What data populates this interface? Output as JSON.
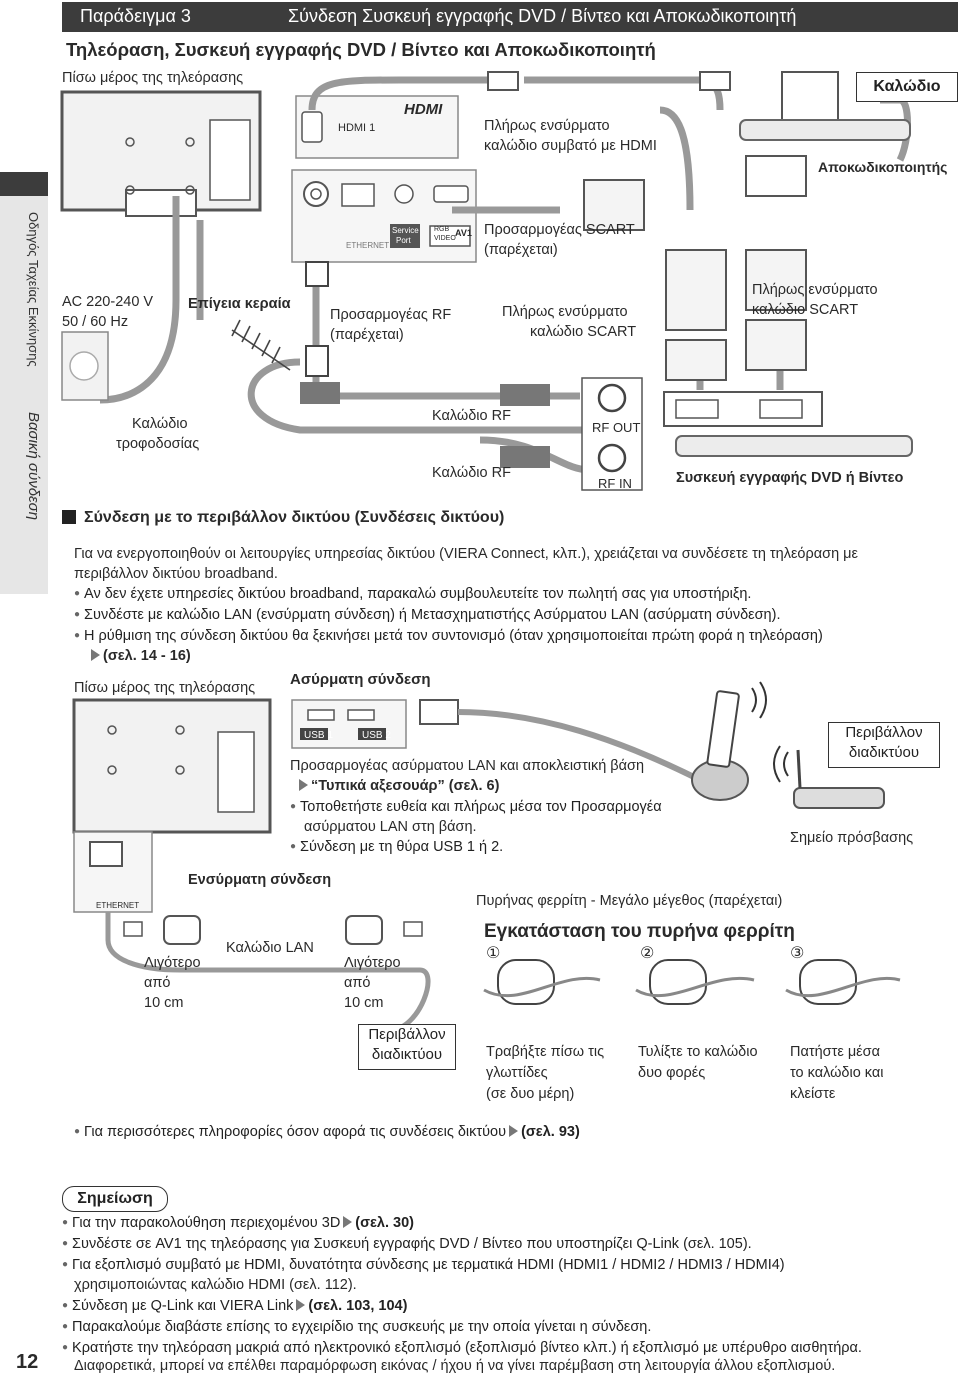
{
  "header": {
    "example": "Παράδειγμα 3",
    "title": "Σύνδεση Συσκευή εγγραφής DVD / Βίντεο και Αποκωδικοποιητή"
  },
  "subtitle": "Τηλεόραση, Συσκευή εγγραφής DVD / Βίντεο και Αποκωδικοποιητή",
  "sidebar": {
    "guide": "Οδηγός Ταχείας Εκκίνησης",
    "section": "Βασική σύνδεση",
    "page_number": "12"
  },
  "diagram_top": {
    "tv_back": "Πίσω μέρος της τηλεόρασης",
    "cable_box": "Καλώδιο",
    "decoder": "Αποκωδικοποιητής",
    "hdmi_cable_1": "Πλήρως ενσύρματο",
    "hdmi_cable_2": "καλώδιο συμβατό με HDMI",
    "hdmi_port": "HDMI 1",
    "hdmi_logo": "HDMI",
    "ethernet": "ETHERNET",
    "service_port_1": "Service",
    "service_port_2": "Port",
    "av1": "AV1",
    "rgb": "RGB",
    "video": "VIDEO",
    "scart_adapter_1": "Προσαρμογέας SCART",
    "scart_adapter_2": "(παρέχεται)",
    "scart_cable_a_1": "Πλήρως ενσύρματο",
    "scart_cable_a_2": "καλώδιο SCART",
    "scart_cable_b_1": "Πλήρως ενσύρματο",
    "scart_cable_b_2": "καλώδιο SCART",
    "ac_1": "AC 220-240 V",
    "ac_2": "50 / 60 Hz",
    "antenna": "Επίγεια κεραία",
    "rf_adapter_1": "Προσαρμογέας RF",
    "rf_adapter_2": "(παρέχεται)",
    "power_cable_1": "Καλώδιο",
    "power_cable_2": "τροφοδοσίας",
    "rf_cable_1": "Καλώδιο RF",
    "rf_cable_2": "Καλώδιο RF",
    "rf_out": "RF OUT",
    "rf_in": "RF IN",
    "recorder": "Συσκευή εγγραφής DVD ή Βίντεο"
  },
  "network": {
    "heading": "Σύνδεση με το περιβάλλον δικτύου (Συνδέσεις δικτύου)",
    "intro_1": "Για να ενεργοποιηθούν οι λειτουργίες υπηρεσίας δικτύου (VIERA Connect, κλπ.), χρειάζεται να συνδέσετε τη τηλεόραση με",
    "intro_2": "περιβάλλον δικτύου broadband.",
    "bullet_1": "Αν δεν έχετε υπηρεσίες δικτύου broadband, παρακαλώ συμβουλευτείτε τον πωλητή σας για υποστήριξη.",
    "bullet_2": "Συνδέστε με καλώδιο LAN (ενσύρματη σύνδεση) ή Μετασχηματιστήςς Ασύρματου LAN (ασύρματη σύνδεση).",
    "bullet_3": "Η ρύθμιση της σύνδεση δικτύου θα ξεκινήσει μετά τον συντονισμό (όταν χρησιμοποιείται πρώτη φορά η τηλεόραση)",
    "bullet_3_ref": "(σελ. 14 - 16)",
    "tv_back": "Πίσω μέρος της τηλεόρασης",
    "wireless": "Ασύρματη σύνδεση",
    "usb1": "USB 1",
    "usb2": "USB 2",
    "adapter_1": "Προσαρμογέας ασύρματου LAN και αποκλειστική βάση",
    "adapter_ref": "“Τυπικά αξεσουάρ” (σελ. 6)",
    "adapter_b1": "Τοποθετήστε ευθεία και πλήρως μέσα τον Προσαρμογέα",
    "adapter_b1b": "ασύρματου LAN στη βάση.",
    "adapter_b2": "Σύνδεση με τη θύρα USB 1 ή 2.",
    "env_1": "Περιβάλλον",
    "env_2": "διαδικτύου",
    "access_point": "Σημείο πρόσβασης",
    "wired": "Ενσύρματη σύνδεση",
    "ethernet": "ETHERNET",
    "ferrite_label": "Πυρήνας φερρίτη - Μεγάλο μέγεθος (παρέχεται)",
    "lan_cable": "Καλώδιο LAN",
    "short_1a": "Λιγότερο",
    "short_1b": "από",
    "short_1c": "10 cm",
    "short_2a": "Λιγότερο",
    "short_2b": "από",
    "short_2c": "10 cm",
    "env2_1": "Περιβάλλον",
    "env2_2": "διαδικτύου",
    "ferrite_heading": "Εγκατάσταση του πυρήνα φερρίτη",
    "step1_num": "①",
    "step2_num": "②",
    "step3_num": "③",
    "step1_1": "Τραβήξτε πίσω τις",
    "step1_2": "γλωττίδες",
    "step1_3": "(σε δυο μέρη)",
    "step2_1": "Τυλίξτε το καλώδιο",
    "step2_2": "δυο φορές",
    "step3_1": "Πατήστε μέσα",
    "step3_2": "το καλώδιο και",
    "step3_3": "κλείστε",
    "more_info": "Για περισσότερες πληροφορίες όσον αφορά τις συνδέσεις δικτύου",
    "more_ref": "(σελ. 93)"
  },
  "notes": {
    "title": "Σημείωση",
    "n1": "Για την παρακολούθηση περιεχομένου 3D",
    "n1_ref": "(σελ. 30)",
    "n2": "Συνδέστε σε AV1 της τηλεόρασης για Συσκευή εγγραφής DVD / Βίντεο που υποστηρίζει Q-Link (σελ. 105).",
    "n3": "Για εξοπλισμό συμβατό με HDMI, δυνατότητα σύνδεσης με τερματικά HDMI (HDMI1 / HDMI2 / HDMI3 / HDMI4)",
    "n3b": "χρησιμοποιώντας καλώδιο HDMI (σελ. 112).",
    "n4": "Σύνδεση με Q-Link και VIERA Link",
    "n4_ref": "(σελ. 103, 104)",
    "n5": "Παρακαλούμε διαβάστε επίσης το εγχειρίδιο της συσκευής με την οποία γίνεται η σύνδεση.",
    "n6": "Κρατήστε την τηλεόραση μακριά από ηλεκτρονικό εξοπλισμό (εξοπλισμό βίντεο κλπ.) ή εξοπλισμό με υπέρυθρο αισθητήρα.",
    "n6b": "Διαφορετικά, μπορεί να επέλθει παραμόρφωση εικόνας / ήχου ή να γίνει παρέμβαση στη λειτουργία άλλου εξοπλισμού."
  }
}
